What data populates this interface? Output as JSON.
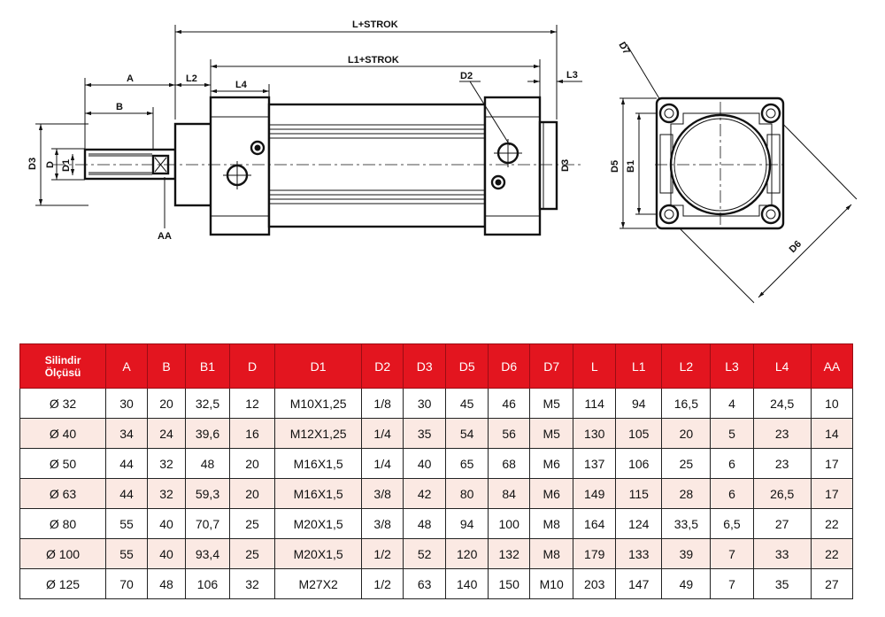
{
  "drawing": {
    "labels": {
      "l_strok": "L+STROK",
      "l1_strok": "L1+STROK",
      "a": "A",
      "b": "B",
      "l2": "L2",
      "l4": "L4",
      "d2": "D2",
      "l3": "L3",
      "d3_left": "D3",
      "d": "D",
      "d1": "D1",
      "aa": "AA",
      "d3_right": "D3",
      "d7": "D7",
      "d5": "D5",
      "b1": "B1",
      "d6": "D6"
    }
  },
  "table": {
    "headers": [
      "Silindir Ölçüsü",
      "A",
      "B",
      "B1",
      "D",
      "D1",
      "D2",
      "D3",
      "D5",
      "D6",
      "D7",
      "L",
      "L1",
      "L2",
      "L3",
      "L4",
      "AA"
    ],
    "rows": [
      [
        "Ø 32",
        "30",
        "20",
        "32,5",
        "12",
        "M10X1,25",
        "1/8",
        "30",
        "45",
        "46",
        "M5",
        "114",
        "94",
        "16,5",
        "4",
        "24,5",
        "10"
      ],
      [
        "Ø 40",
        "34",
        "24",
        "39,6",
        "16",
        "M12X1,25",
        "1/4",
        "35",
        "54",
        "56",
        "M5",
        "130",
        "105",
        "20",
        "5",
        "23",
        "14"
      ],
      [
        "Ø 50",
        "44",
        "32",
        "48",
        "20",
        "M16X1,5",
        "1/4",
        "40",
        "65",
        "68",
        "M6",
        "137",
        "106",
        "25",
        "6",
        "23",
        "17"
      ],
      [
        "Ø 63",
        "44",
        "32",
        "59,3",
        "20",
        "M16X1,5",
        "3/8",
        "42",
        "80",
        "84",
        "M6",
        "149",
        "115",
        "28",
        "6",
        "26,5",
        "17"
      ],
      [
        "Ø 80",
        "55",
        "40",
        "70,7",
        "25",
        "M20X1,5",
        "3/8",
        "48",
        "94",
        "100",
        "M8",
        "164",
        "124",
        "33,5",
        "6,5",
        "27",
        "22"
      ],
      [
        "Ø 100",
        "55",
        "40",
        "93,4",
        "25",
        "M20X1,5",
        "1/2",
        "52",
        "120",
        "132",
        "M8",
        "179",
        "133",
        "39",
        "7",
        "33",
        "22"
      ],
      [
        "Ø 125",
        "70",
        "48",
        "106",
        "32",
        "M27X2",
        "1/2",
        "63",
        "140",
        "150",
        "M10",
        "203",
        "147",
        "49",
        "7",
        "35",
        "27"
      ]
    ]
  },
  "colors": {
    "header_bg": "#e3151f",
    "header_text": "#ffffff",
    "alt_row_bg": "#fbe9e3"
  }
}
